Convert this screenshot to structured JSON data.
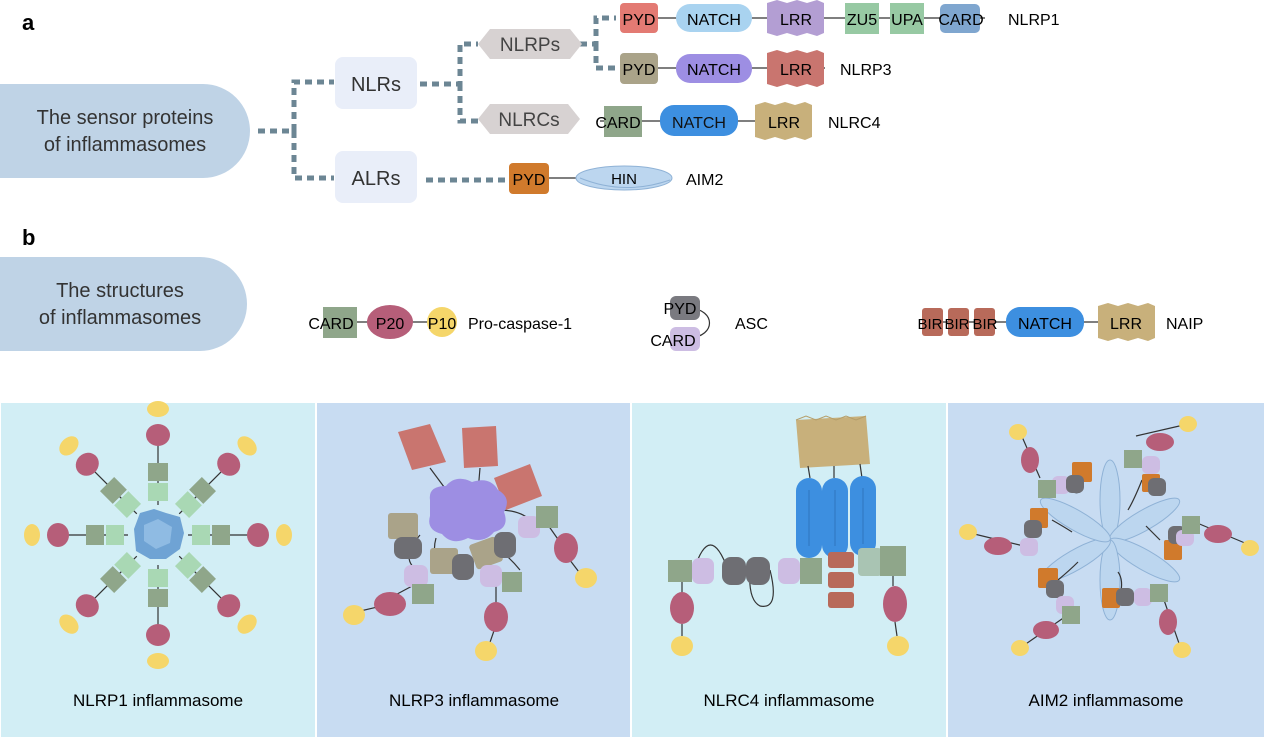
{
  "panels": {
    "a": "a",
    "b": "b"
  },
  "section_a": {
    "title_line1": "The sensor proteins",
    "title_line2": "of inflammasomes",
    "nlrs": "NLRs",
    "alrs": "ALRs",
    "nlrps": "NLRPs",
    "nlrcs": "NLRCs"
  },
  "proteins": {
    "nlrp1": {
      "name": "NLRP1",
      "domains": [
        "PYD",
        "NATCH",
        "LRR",
        "ZU5",
        "UPA",
        "CARD"
      ]
    },
    "nlrp3": {
      "name": "NLRP3",
      "domains": [
        "PYD",
        "NATCH",
        "LRR"
      ]
    },
    "nlrc4": {
      "name": "NLRC4",
      "domains": [
        "CARD",
        "NATCH",
        "LRR"
      ]
    },
    "aim2": {
      "name": "AIM2",
      "domains": [
        "PYD",
        "HIN"
      ]
    }
  },
  "section_b": {
    "title_line1": "The structures",
    "title_line2": "of inflammasomes",
    "procasp": {
      "name": "Pro-caspase-1",
      "domains": [
        "CARD",
        "P20",
        "P10"
      ]
    },
    "asc": {
      "name": "ASC",
      "domains": [
        "PYD",
        "CARD"
      ]
    },
    "naip": {
      "name": "NAIP",
      "domains": [
        "BIR",
        "BIR",
        "BIR",
        "NATCH",
        "LRR"
      ]
    }
  },
  "complexes": [
    {
      "label": "NLRP1 inflammasome"
    },
    {
      "label": "NLRP3 inflammasome"
    },
    {
      "label": "NLRC4 inflammasome"
    },
    {
      "label": "AIM2 inflammasome"
    }
  ],
  "colors": {
    "pyd_red": "#e37a73",
    "natch_light": "#a9d3f0",
    "lrr_purple": "#b39ed3",
    "green": "#97c9a3",
    "card_blue": "#7fa6cf",
    "pyd_khaki": "#aaa389",
    "natch_violet": "#9d8ee3",
    "lrr_red": "#c9756f",
    "card_green": "#8fa68a",
    "natch_blue": "#3d8fe0",
    "lrr_tan": "#c8b07b",
    "pyd_orange": "#d07a2c",
    "hin": "#bcd6ef",
    "p20": "#b65e79",
    "p10": "#f5d66a",
    "asc_pyd": "#7a7a80",
    "asc_card": "#cdbde3",
    "bir": "#b86a5a",
    "dash": "#6c8694",
    "panel_light": "#d2eef5",
    "panel_blue": "#c8dcf2",
    "pill": "#bfd3e6"
  }
}
